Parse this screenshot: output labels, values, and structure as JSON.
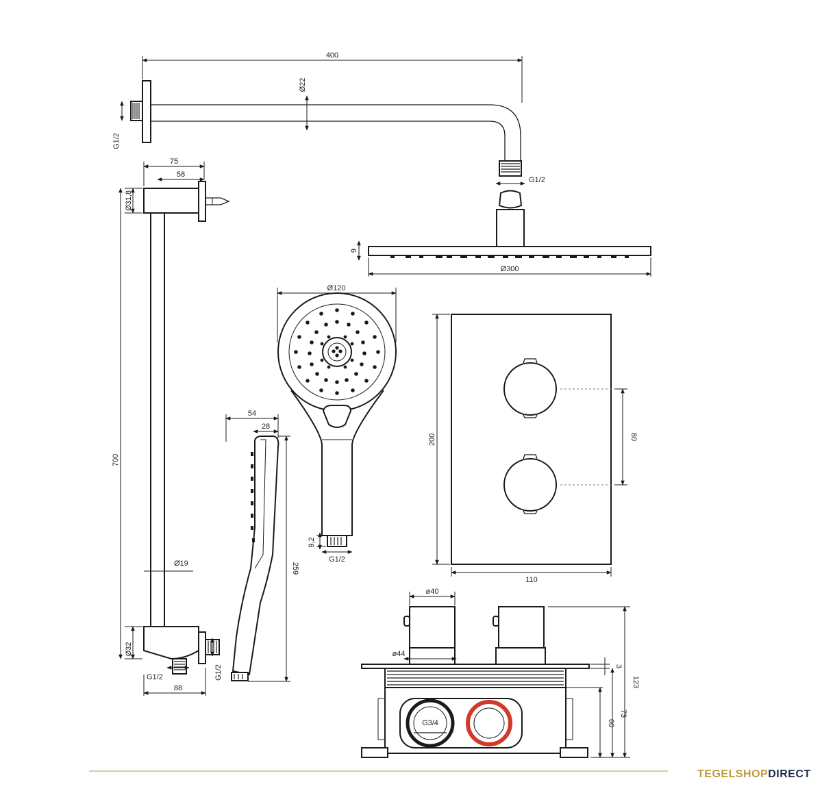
{
  "diagram": {
    "shower_arm": {
      "length_label": "400",
      "diameter_label": "Ø22",
      "wall_thread_label": "G1/2",
      "head_thread_label": "G1/2"
    },
    "rain_head": {
      "diameter_label": "Ø300",
      "thickness_label": "9"
    },
    "hand_shower": {
      "diameter_label": "Ø120",
      "depth_label": "54",
      "handle_depth_label": "28",
      "length_label": "259",
      "neck_label": "9,2",
      "thread_label": "G1/2"
    },
    "slide_rail": {
      "projection_label": "75",
      "bracket_label": "58",
      "tube_label": "Ø31,8",
      "height_label": "700",
      "rail_diameter_label": "Ø19",
      "outlet_diameter_label": "Ø32",
      "outlet_thread_label": "G1/2",
      "wall_thread_label": "G1/2",
      "base_width_label": "88"
    },
    "plate": {
      "height_label": "200",
      "width_label": "110",
      "knob_spacing_label": "80"
    },
    "valve_body": {
      "knob_diameter_label": "ø40",
      "sleeve_diameter_label": "ø44",
      "connection_label": "G3/4",
      "total_depth_label": "123",
      "plate_thickness_label": "3",
      "body_depth_label": "73",
      "inner_depth_label": "60"
    }
  },
  "brand": {
    "part1": "TEGELSHOP",
    "part2": "DIRECT",
    "gold": "#c19a3d",
    "navy": "#1f2d4a"
  },
  "colors": {
    "line": "#1a1a1a",
    "hot_indicator": "#d03a2a"
  }
}
